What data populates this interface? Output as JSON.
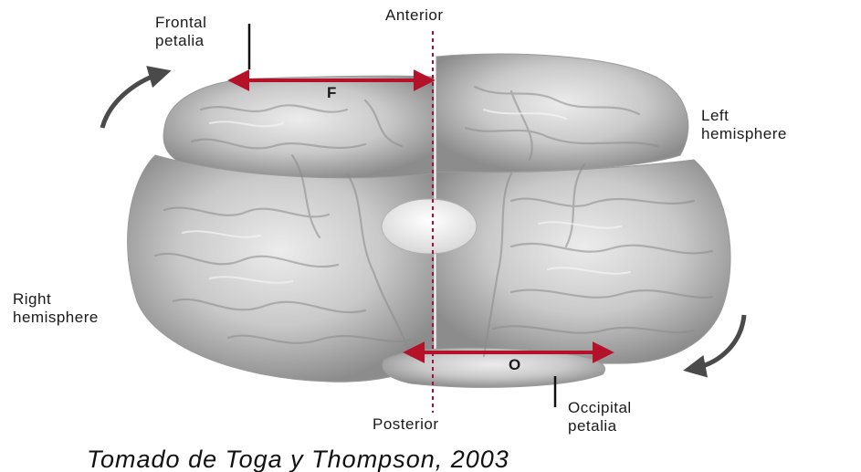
{
  "labels": {
    "anterior": "Anterior",
    "posterior": "Posterior",
    "frontal_line1": "Frontal",
    "frontal_line2": "petalia",
    "occipital_line1": "Occipital",
    "occipital_line2": "petalia",
    "left_line1": "Left",
    "left_line2": "hemisphere",
    "right_line1": "Right",
    "right_line2": "hemisphere",
    "frontal_measure": "F",
    "occipital_measure": "O"
  },
  "caption": "Tomado de Toga y Thompson, 2003",
  "colors": {
    "measure_arrow": "#b5122a",
    "midline": "#a0103a",
    "rotation_arrow": "#4a4a4a",
    "brain_light": "#e4e4e4",
    "brain_dark": "#8c8c8c"
  }
}
